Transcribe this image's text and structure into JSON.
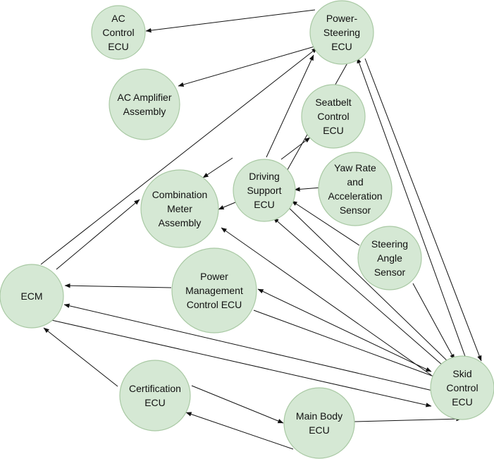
{
  "diagram": {
    "nodes": [
      {
        "id": "ac_control",
        "lines": [
          "AC",
          "Control",
          "ECU"
        ]
      },
      {
        "id": "power_steering",
        "lines": [
          "Power-",
          "Steering",
          "ECU"
        ]
      },
      {
        "id": "ac_amplifier",
        "lines": [
          "AC Amplifier",
          "Assembly"
        ]
      },
      {
        "id": "seatbelt",
        "lines": [
          "Seatbelt",
          "Control",
          "ECU"
        ]
      },
      {
        "id": "driving_support",
        "lines": [
          "Driving",
          "Support",
          "ECU"
        ]
      },
      {
        "id": "yaw_rate",
        "lines": [
          "Yaw Rate",
          "and",
          "Acceleration",
          "Sensor"
        ]
      },
      {
        "id": "combination_meter",
        "lines": [
          "Combination",
          "Meter",
          "Assembly"
        ]
      },
      {
        "id": "steering_angle",
        "lines": [
          "Steering",
          "Angle",
          "Sensor"
        ]
      },
      {
        "id": "ecm",
        "lines": [
          "ECM"
        ]
      },
      {
        "id": "power_management",
        "lines": [
          "Power",
          "Management",
          "Control ECU"
        ]
      },
      {
        "id": "certification",
        "lines": [
          "Certification",
          "ECU"
        ]
      },
      {
        "id": "skid_control",
        "lines": [
          "Skid",
          "Control",
          "ECU"
        ]
      },
      {
        "id": "main_body",
        "lines": [
          "Main Body",
          "ECU"
        ]
      }
    ]
  }
}
